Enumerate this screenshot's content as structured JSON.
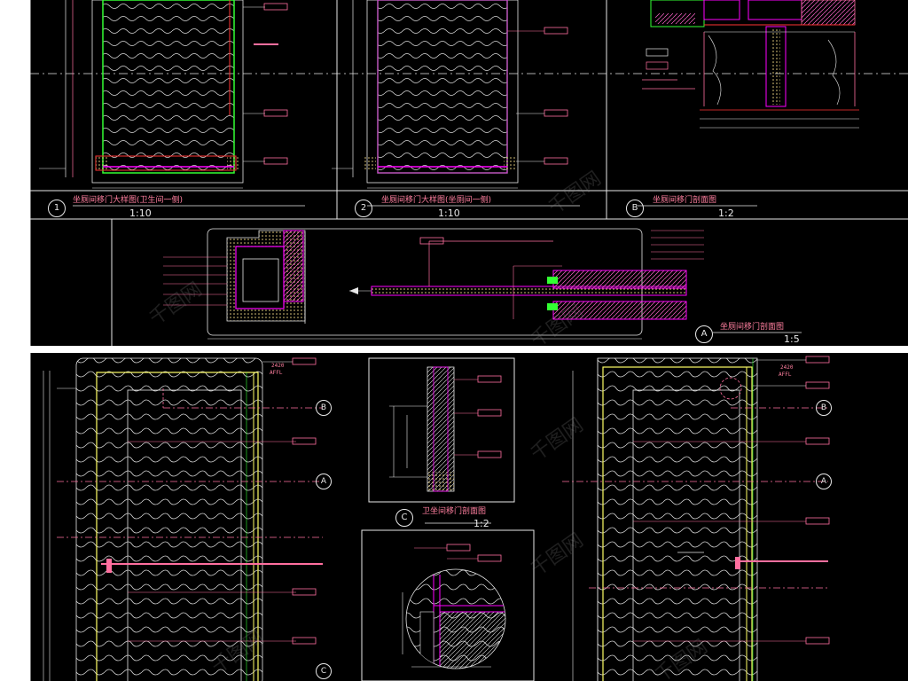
{
  "top_panel": {
    "titles": [
      {
        "num": "1",
        "text": "坐厕间移门大样图(卫生间一侧)",
        "scale": "1:10"
      },
      {
        "num": "2",
        "text": "坐厕间移门大样图(坐厕间一侧)",
        "scale": "1:10"
      },
      {
        "num": "B",
        "text": "坐厕间移门剖面图",
        "scale": "1:2"
      },
      {
        "num": "A",
        "text": "坐厕间移门剖面图",
        "scale": "1:5"
      }
    ]
  },
  "bottom_panel": {
    "detail_title": {
      "num": "C",
      "text": "卫坐间移门剖面图",
      "scale": "1:2"
    },
    "callouts": [
      "B",
      "A",
      "C",
      "B",
      "A"
    ],
    "level_text": "2420",
    "level_sub": "AFFL"
  },
  "watermark": "千图网",
  "colors": {
    "panel_bg": "#000000",
    "line_white": "#e8e8e8",
    "line_pink": "#ff6f9f",
    "line_magenta": "#ff00ff",
    "line_yellow": "#ffff66",
    "line_green": "#33ff33",
    "line_red": "#ff3333"
  }
}
